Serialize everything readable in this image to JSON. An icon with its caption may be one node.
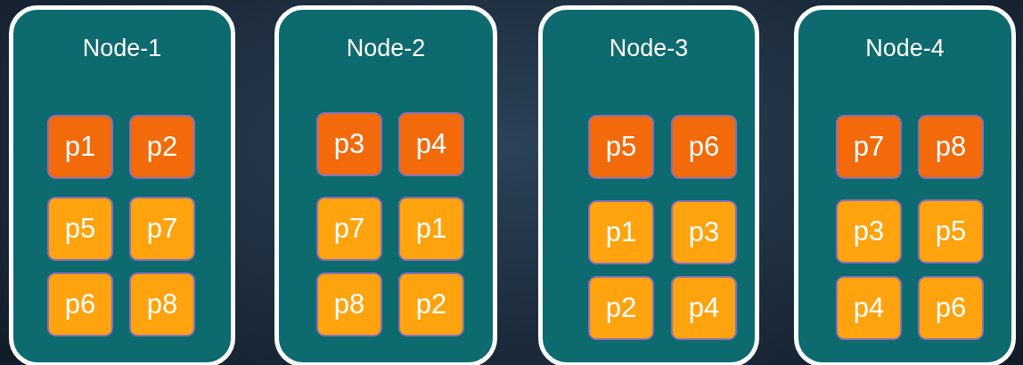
{
  "diagram": {
    "nodes": [
      {
        "text": [
          "Node-1"
        ]
      },
      {
        "text": [
          "p1"
        ],
        "in": 0
      },
      {
        "text": [
          "p2"
        ],
        "in": 0
      },
      {
        "text": [
          "p5"
        ],
        "in": 0
      },
      {
        "text": [
          "p7"
        ],
        "in": 0
      },
      {
        "text": [
          "p6"
        ],
        "in": 0
      },
      {
        "text": [
          "p8"
        ],
        "in": 0
      },
      {
        "text": [
          "Node-2"
        ]
      },
      {
        "text": [
          "p3"
        ],
        "in": 7
      },
      {
        "text": [
          "p4"
        ],
        "in": 7
      },
      {
        "text": [
          "p7"
        ],
        "in": 7
      },
      {
        "text": [
          "p1"
        ],
        "in": 7
      },
      {
        "text": [
          "p8"
        ],
        "in": 7
      },
      {
        "text": [
          "p2"
        ],
        "in": 7
      },
      {
        "text": [
          "Node-3"
        ]
      },
      {
        "text": [
          "p5"
        ],
        "in": 14
      },
      {
        "text": [
          "p6"
        ],
        "in": 14
      },
      {
        "text": [
          "p1"
        ],
        "in": 14
      },
      {
        "text": [
          "p3"
        ],
        "in": 14
      },
      {
        "text": [
          "p2"
        ],
        "in": 14
      },
      {
        "text": [
          "p4"
        ],
        "in": 14
      },
      {
        "text": [
          "Node-4"
        ]
      },
      {
        "text": [
          "p7"
        ],
        "in": 21
      },
      {
        "text": [
          "p8"
        ],
        "in": 21
      },
      {
        "text": [
          "p3"
        ],
        "in": 21
      },
      {
        "text": [
          "p5"
        ],
        "in": 21
      },
      {
        "text": [
          "p4"
        ],
        "in": 21
      },
      {
        "text": [
          "p6"
        ],
        "in": 21
      }
    ]
  }
}
